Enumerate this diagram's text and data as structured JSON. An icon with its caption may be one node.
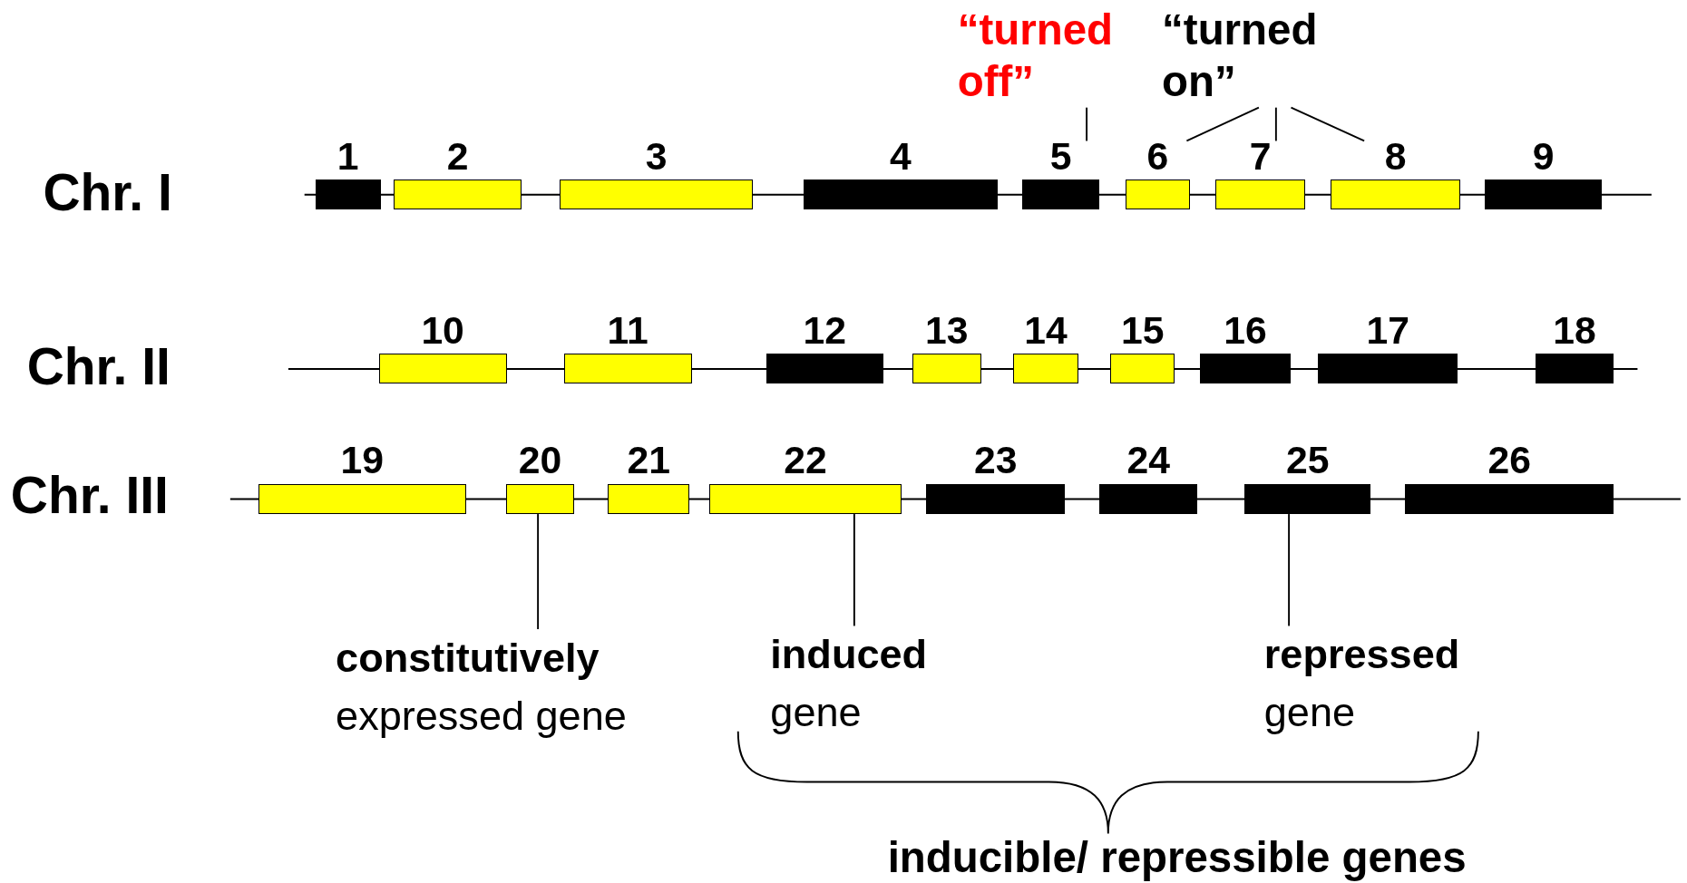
{
  "diagram": {
    "nodes": [
      {
        "text": [
          "“turned off”"
        ]
      },
      {
        "text": [
          "“turned on”"
        ]
      },
      {
        "text": [
          "1"
        ]
      },
      {
        "text": [
          "2"
        ]
      },
      {
        "text": [
          "3"
        ]
      },
      {
        "text": [
          "4"
        ]
      },
      {
        "text": [
          "5"
        ]
      },
      {
        "text": [
          "6"
        ]
      },
      {
        "text": [
          "7"
        ]
      },
      {
        "text": [
          "8"
        ]
      },
      {
        "text": [
          "9"
        ]
      },
      {
        "text": [
          "10"
        ]
      },
      {
        "text": [
          "11"
        ]
      },
      {
        "text": [
          "12"
        ]
      },
      {
        "text": [
          "13"
        ]
      },
      {
        "text": [
          "14"
        ]
      },
      {
        "text": [
          "15"
        ]
      },
      {
        "text": [
          "16"
        ]
      },
      {
        "text": [
          "17"
        ]
      },
      {
        "text": [
          "18"
        ]
      },
      {
        "text": [
          "19"
        ]
      },
      {
        "text": [
          "20"
        ]
      },
      {
        "text": [
          "21"
        ]
      },
      {
        "text": [
          "22"
        ]
      },
      {
        "text": [
          "23"
        ]
      },
      {
        "text": [
          "24"
        ]
      },
      {
        "text": [
          "25"
        ]
      },
      {
        "text": [
          "26"
        ]
      },
      {
        "text": [
          "constitutively",
          "expressed gene"
        ]
      },
      {
        "text": [
          "induced",
          "gene"
        ]
      },
      {
        "text": [
          "repressed",
          "gene"
        ]
      }
    ],
    "edges": [
      {
        "from": 0,
        "to": 6,
        "arrow": "none"
      },
      {
        "from": 1,
        "to": 7,
        "arrow": "none"
      },
      {
        "from": 1,
        "to": 8,
        "arrow": "none"
      },
      {
        "from": 1,
        "to": 9,
        "arrow": "none"
      },
      {
        "from": 28,
        "to": 21,
        "arrow": "none"
      },
      {
        "from": 29,
        "to": 23,
        "arrow": "none"
      },
      {
        "from": 30,
        "to": 26,
        "arrow": "none"
      }
    ],
    "labels": [
      "Chr. I",
      "Chr. II",
      "Chr. III",
      "inducible/ repressible genes"
    ]
  }
}
